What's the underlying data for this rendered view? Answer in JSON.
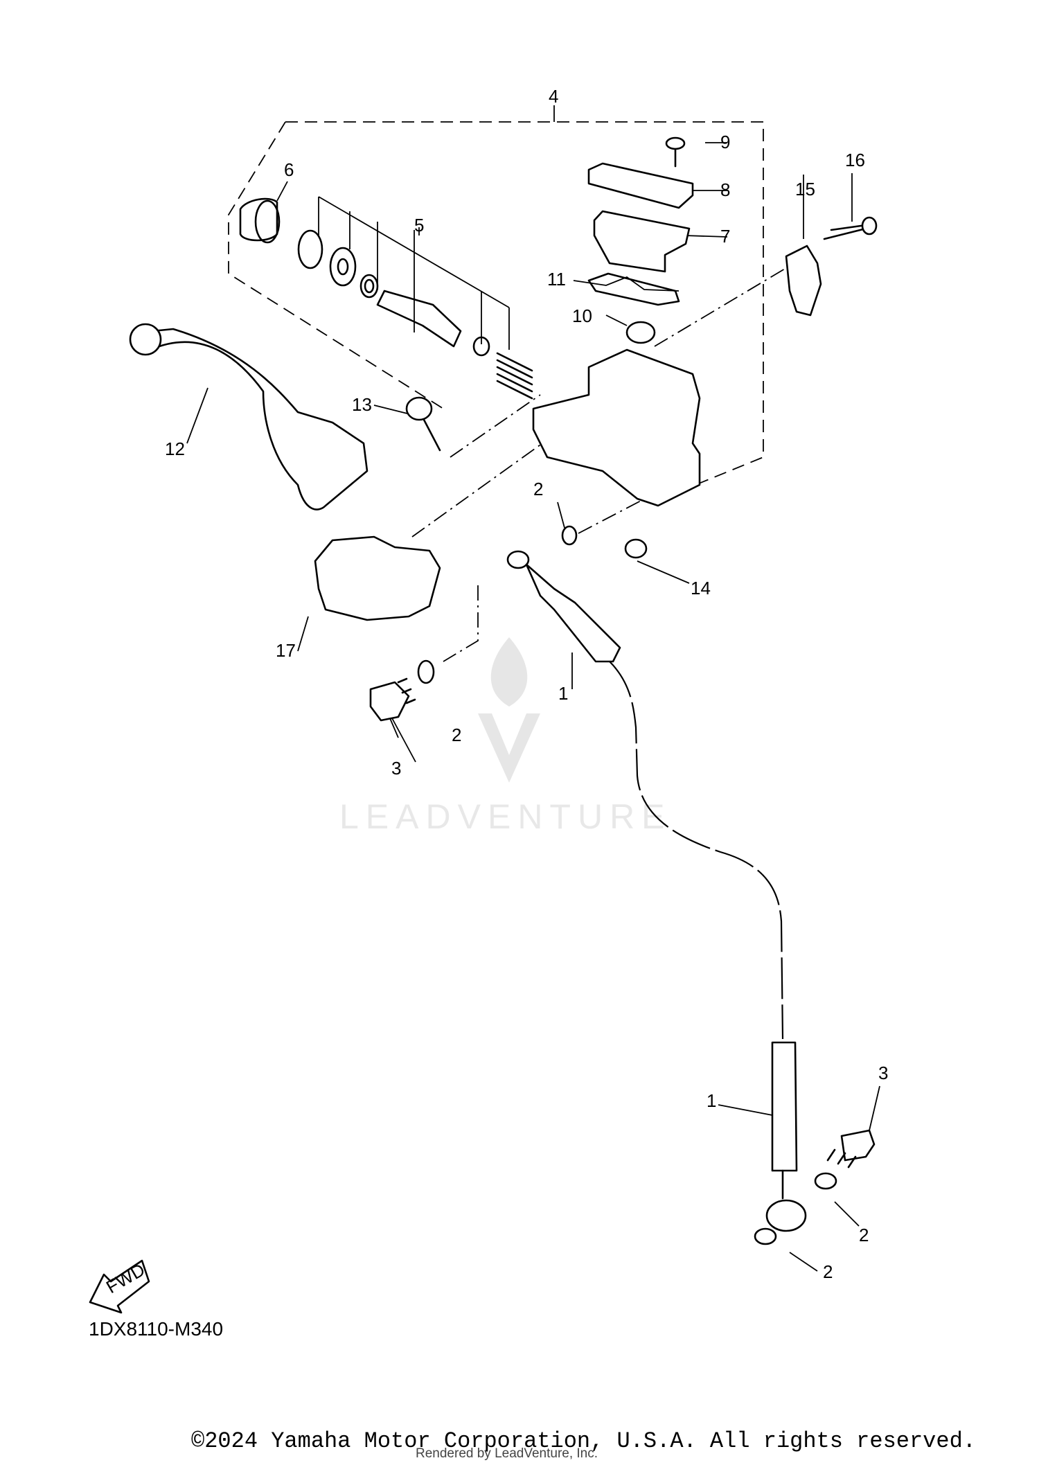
{
  "callouts": {
    "c1_upper": "1",
    "c1_lower": "1",
    "c2_upper": "2",
    "c2_mid": "2",
    "c2_lower_right": "2",
    "c2_lower_bottom": "2",
    "c3_left": "3",
    "c3_right": "3",
    "c4": "4",
    "c5": "5",
    "c6": "6",
    "c7": "7",
    "c8": "8",
    "c9": "9",
    "c10": "10",
    "c11": "11",
    "c12": "12",
    "c13": "13",
    "c14": "14",
    "c15": "15",
    "c16": "16",
    "c17": "17"
  },
  "fwd_label": "FWD",
  "diagram_code": "1DX8110-M340",
  "copyright": "©2024 Yamaha Motor Corporation, U.S.A. All rights reserved.",
  "render_credit": "Rendered by LeadVenture, Inc.",
  "watermark": "LEADVENTURE"
}
